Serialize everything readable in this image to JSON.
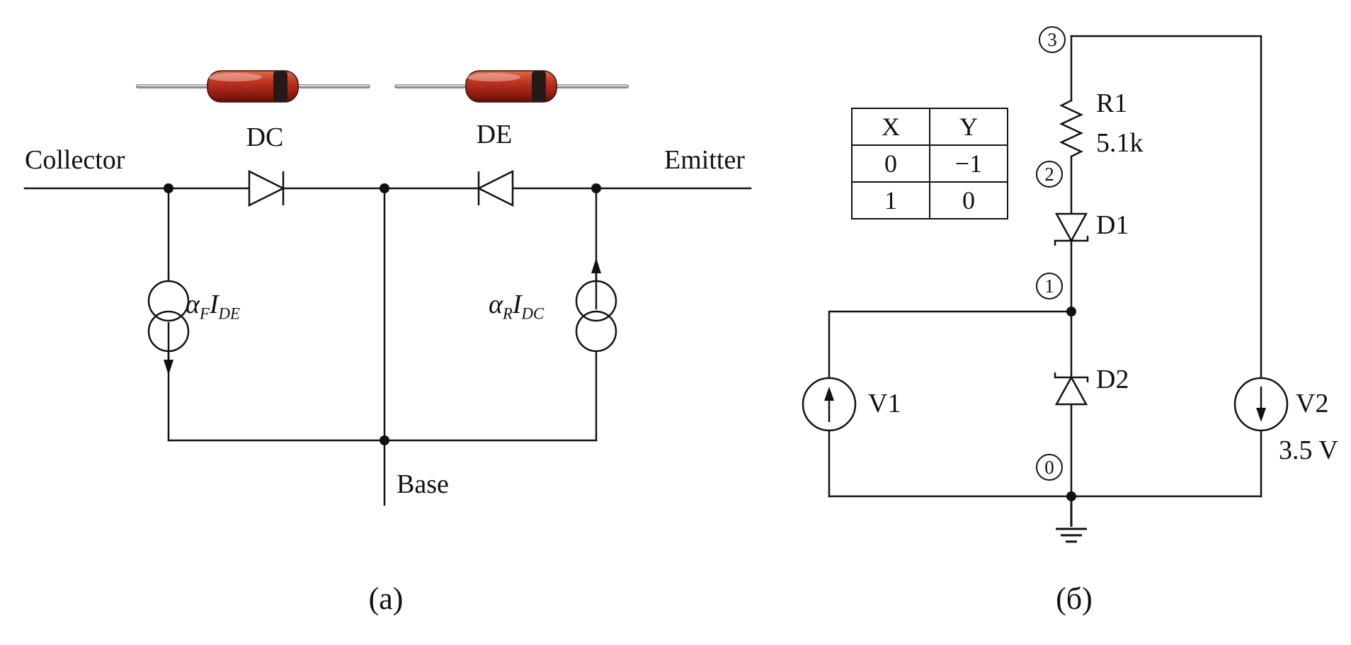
{
  "figure": {
    "caption_a": "(а)",
    "caption_b": "(б)"
  },
  "diagram_a": {
    "collector_label": "Collector",
    "emitter_label": "Emitter",
    "base_label": "Base",
    "diode_dc_label": "DC",
    "diode_de_label": "DE",
    "source_left": {
      "alpha": "α",
      "alpha_sub": "F",
      "current": "I",
      "current_sub": "DE"
    },
    "source_right": {
      "alpha": "α",
      "alpha_sub": "R",
      "current": "I",
      "current_sub": "DC"
    }
  },
  "diagram_b": {
    "nodes": [
      "3",
      "2",
      "1",
      "0"
    ],
    "resistor": {
      "name": "R1",
      "value": "5.1k"
    },
    "diode1_label": "D1",
    "diode2_label": "D2",
    "source1_label": "V1",
    "source2": {
      "name": "V2",
      "value": "3.5 V"
    },
    "table": {
      "headers": [
        "X",
        "Y"
      ],
      "rows": [
        [
          "0",
          "−1"
        ],
        [
          "1",
          "0"
        ]
      ]
    }
  },
  "colors": {
    "line": "#111111",
    "diode_body": "#b32616",
    "diode_band": "#241a18",
    "lead": "#8f8f8f"
  }
}
